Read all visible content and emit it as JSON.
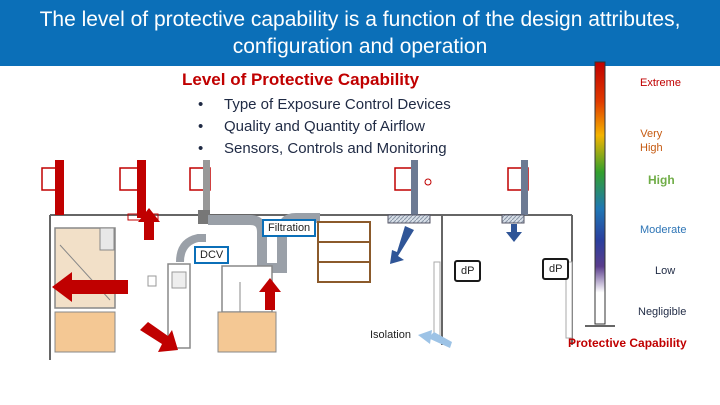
{
  "title": {
    "line1": "The level of protective capability is a function of the design attributes,",
    "line2": "configuration and operation"
  },
  "subtitle": "Level of Protective Capability",
  "bullet_marker": "•",
  "bullets": [
    "Type of Exposure Control Devices",
    "Quality and Quantity of Airflow",
    "Sensors, Controls and Monitoring"
  ],
  "scale": {
    "extreme": "Extreme",
    "very_high_1": "Very",
    "very_high_2": "High",
    "high": "High",
    "moderate": "Moderate",
    "low": "Low",
    "negligible": "Negligible",
    "footer": "Protective Capability"
  },
  "labels": {
    "filtration": "Filtration",
    "dcv": "DCV",
    "dp_left": "dP",
    "dp_right": "dP",
    "isolation": "Isolation"
  },
  "colors": {
    "title_bg": "#0b6fb8",
    "subtitle": "#c00000",
    "extreme": "#c00000",
    "very_high": "#c55a11",
    "high": "#70ad47",
    "moderate": "#2e75b6",
    "red_arrow": "#c00000",
    "blue_arrow": "#2f5597",
    "light_blue_arrow": "#9dc3e6"
  }
}
